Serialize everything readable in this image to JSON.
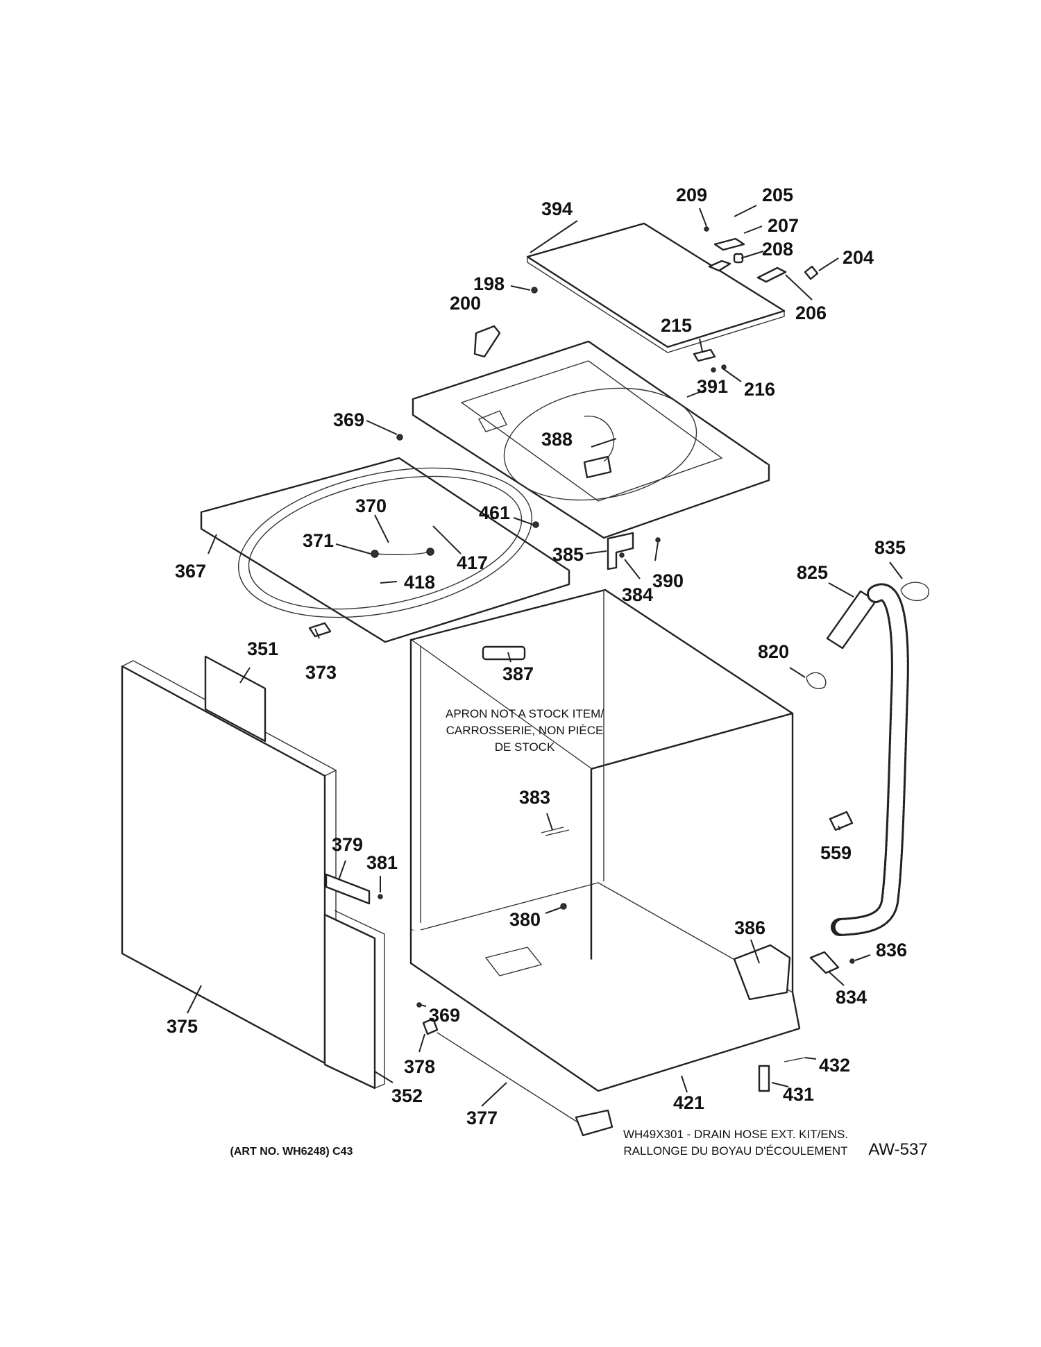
{
  "callouts": {
    "c394": "394",
    "c209": "209",
    "c205": "205",
    "c207": "207",
    "c208": "208",
    "c204": "204",
    "c206": "206",
    "c198": "198",
    "c200": "200",
    "c215": "215",
    "c216": "216",
    "c391": "391",
    "c388": "388",
    "c369a": "369",
    "c461": "461",
    "c370": "370",
    "c371": "371",
    "c417": "417",
    "c418": "418",
    "c367": "367",
    "c385": "385",
    "c390": "390",
    "c384": "384",
    "c835": "835",
    "c825": "825",
    "c820": "820",
    "c351": "351",
    "c373": "373",
    "c387": "387",
    "c383": "383",
    "c559": "559",
    "c379": "379",
    "c381": "381",
    "c380": "380",
    "c386": "386",
    "c836": "836",
    "c834": "834",
    "c369b": "369",
    "c375": "375",
    "c378": "378",
    "c352": "352",
    "c377": "377",
    "c421": "421",
    "c432": "432",
    "c431": "431"
  },
  "notes": {
    "apron_line1": "APRON NOT A STOCK ITEM/",
    "apron_line2": "CARROSSERIE, NON PIÈCE",
    "apron_line3": "DE STOCK",
    "kit_line1": "WH49X301 - DRAIN HOSE EXT. KIT/ENS.",
    "kit_line2": "RALLONGE DU BOYAU D'ÉCOULEMENT",
    "art_no": "(ART NO. WH6248) C43",
    "page_code": "AW-537"
  }
}
